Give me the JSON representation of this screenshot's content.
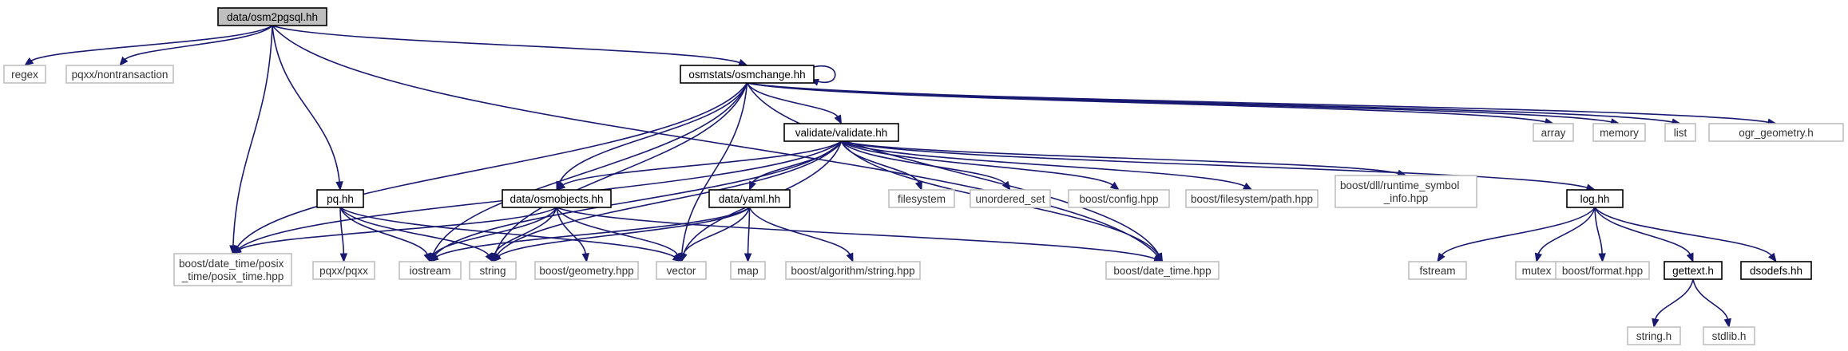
{
  "graph": {
    "colors": {
      "edge": "#191970",
      "root_fill": "#bfbfbf",
      "system_border": "#bfbfbf",
      "primary_border": "#000000"
    },
    "nodes": [
      {
        "id": "root",
        "lines": [
          "data/osm2pgsql.hh"
        ],
        "kind": "root"
      },
      {
        "id": "regex",
        "lines": [
          "regex"
        ],
        "kind": "system"
      },
      {
        "id": "pqxx_nontransaction",
        "lines": [
          "pqxx/nontransaction"
        ],
        "kind": "system"
      },
      {
        "id": "osmchange",
        "lines": [
          "osmstats/osmchange.hh"
        ],
        "kind": "primary"
      },
      {
        "id": "validate",
        "lines": [
          "validate/validate.hh"
        ],
        "kind": "primary"
      },
      {
        "id": "pq",
        "lines": [
          "pq.hh"
        ],
        "kind": "primary"
      },
      {
        "id": "osmobjects",
        "lines": [
          "data/osmobjects.hh"
        ],
        "kind": "primary"
      },
      {
        "id": "yaml",
        "lines": [
          "data/yaml.hh"
        ],
        "kind": "primary"
      },
      {
        "id": "log",
        "lines": [
          "log.hh"
        ],
        "kind": "primary"
      },
      {
        "id": "gettext",
        "lines": [
          "gettext.h"
        ],
        "kind": "primary"
      },
      {
        "id": "dsodefs",
        "lines": [
          "dsodefs.hh"
        ],
        "kind": "primary"
      },
      {
        "id": "posix_time",
        "lines": [
          "boost/date_time/posix",
          "_time/posix_time.hpp"
        ],
        "kind": "system"
      },
      {
        "id": "pqxx_pqxx",
        "lines": [
          "pqxx/pqxx"
        ],
        "kind": "system"
      },
      {
        "id": "iostream",
        "lines": [
          "iostream"
        ],
        "kind": "system"
      },
      {
        "id": "string",
        "lines": [
          "string"
        ],
        "kind": "system"
      },
      {
        "id": "geometry",
        "lines": [
          "boost/geometry.hpp"
        ],
        "kind": "system"
      },
      {
        "id": "vector",
        "lines": [
          "vector"
        ],
        "kind": "system"
      },
      {
        "id": "map",
        "lines": [
          "map"
        ],
        "kind": "system"
      },
      {
        "id": "algo_string",
        "lines": [
          "boost/algorithm/string.hpp"
        ],
        "kind": "system"
      },
      {
        "id": "date_time",
        "lines": [
          "boost/date_time.hpp"
        ],
        "kind": "system"
      },
      {
        "id": "filesystem",
        "lines": [
          "filesystem"
        ],
        "kind": "system"
      },
      {
        "id": "unordered_set",
        "lines": [
          "unordered_set"
        ],
        "kind": "system"
      },
      {
        "id": "config",
        "lines": [
          "boost/config.hpp"
        ],
        "kind": "system"
      },
      {
        "id": "fs_path",
        "lines": [
          "boost/filesystem/path.hpp"
        ],
        "kind": "system"
      },
      {
        "id": "dll",
        "lines": [
          "boost/dll/runtime_symbol",
          "_info.hpp"
        ],
        "kind": "system"
      },
      {
        "id": "array",
        "lines": [
          "array"
        ],
        "kind": "system"
      },
      {
        "id": "memory",
        "lines": [
          "memory"
        ],
        "kind": "system"
      },
      {
        "id": "list",
        "lines": [
          "list"
        ],
        "kind": "system"
      },
      {
        "id": "ogr_geometry",
        "lines": [
          "ogr_geometry.h"
        ],
        "kind": "system"
      },
      {
        "id": "fstream",
        "lines": [
          "fstream"
        ],
        "kind": "system"
      },
      {
        "id": "mutex",
        "lines": [
          "mutex"
        ],
        "kind": "system"
      },
      {
        "id": "format",
        "lines": [
          "boost/format.hpp"
        ],
        "kind": "system"
      },
      {
        "id": "string_h",
        "lines": [
          "string.h"
        ],
        "kind": "system"
      },
      {
        "id": "stdlib_h",
        "lines": [
          "stdlib.h"
        ],
        "kind": "system"
      }
    ],
    "edges": [
      [
        "root",
        "regex"
      ],
      [
        "root",
        "pqxx_nontransaction"
      ],
      [
        "root",
        "osmchange"
      ],
      [
        "root",
        "pq"
      ],
      [
        "root",
        "posix_time"
      ],
      [
        "root",
        "date_time"
      ],
      [
        "osmchange",
        "osmchange"
      ],
      [
        "osmchange",
        "validate"
      ],
      [
        "osmchange",
        "osmobjects"
      ],
      [
        "osmchange",
        "posix_time"
      ],
      [
        "osmchange",
        "iostream"
      ],
      [
        "osmchange",
        "string"
      ],
      [
        "osmchange",
        "vector"
      ],
      [
        "osmchange",
        "date_time"
      ],
      [
        "osmchange",
        "array"
      ],
      [
        "osmchange",
        "memory"
      ],
      [
        "osmchange",
        "list"
      ],
      [
        "osmchange",
        "ogr_geometry"
      ],
      [
        "validate",
        "osmobjects"
      ],
      [
        "validate",
        "yaml"
      ],
      [
        "validate",
        "log"
      ],
      [
        "validate",
        "posix_time"
      ],
      [
        "validate",
        "iostream"
      ],
      [
        "validate",
        "string"
      ],
      [
        "validate",
        "vector"
      ],
      [
        "validate",
        "date_time"
      ],
      [
        "validate",
        "filesystem"
      ],
      [
        "validate",
        "unordered_set"
      ],
      [
        "validate",
        "config"
      ],
      [
        "validate",
        "fs_path"
      ],
      [
        "validate",
        "dll"
      ],
      [
        "pq",
        "pqxx_pqxx"
      ],
      [
        "pq",
        "iostream"
      ],
      [
        "pq",
        "string"
      ],
      [
        "pq",
        "vector"
      ],
      [
        "osmobjects",
        "posix_time"
      ],
      [
        "osmobjects",
        "iostream"
      ],
      [
        "osmobjects",
        "string"
      ],
      [
        "osmobjects",
        "geometry"
      ],
      [
        "osmobjects",
        "vector"
      ],
      [
        "osmobjects",
        "date_time"
      ],
      [
        "yaml",
        "iostream"
      ],
      [
        "yaml",
        "string"
      ],
      [
        "yaml",
        "vector"
      ],
      [
        "yaml",
        "map"
      ],
      [
        "yaml",
        "algo_string"
      ],
      [
        "log",
        "fstream"
      ],
      [
        "log",
        "mutex"
      ],
      [
        "log",
        "format"
      ],
      [
        "log",
        "gettext"
      ],
      [
        "log",
        "dsodefs"
      ],
      [
        "gettext",
        "string_h"
      ],
      [
        "gettext",
        "stdlib_h"
      ]
    ]
  }
}
